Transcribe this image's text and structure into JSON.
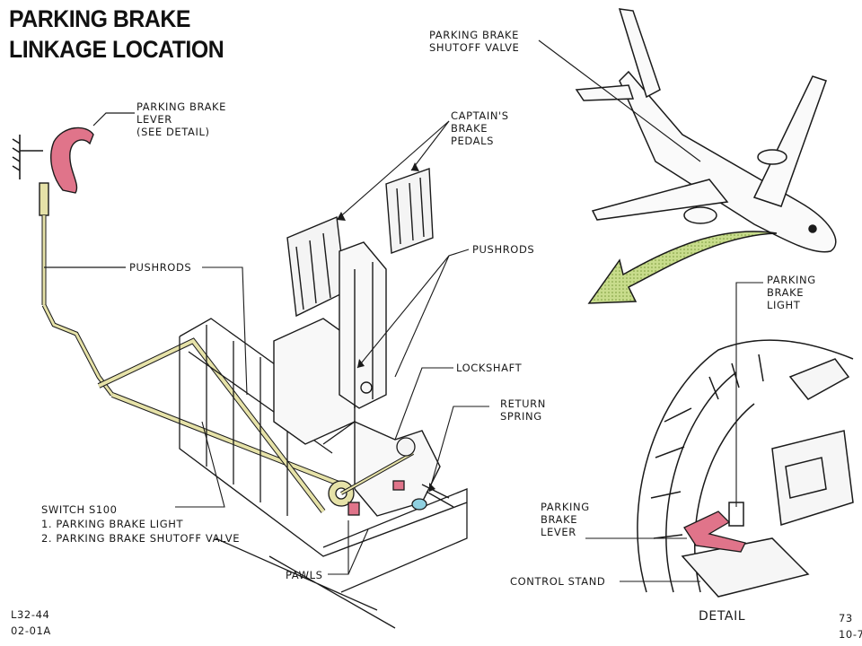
{
  "title": {
    "line1": "PARKING BRAKE",
    "line2": "LINKAGE LOCATION"
  },
  "labels": {
    "lever_top": [
      "PARKING BRAKE",
      "LEVER",
      "(SEE DETAIL)"
    ],
    "pushrods_left": "PUSHRODS",
    "captains_pedals": [
      "CAPTAIN'S",
      "BRAKE",
      "PEDALS"
    ],
    "pushrods_right": "PUSHRODS",
    "lockshaft": "LOCKSHAFT",
    "return_spring": [
      "RETURN",
      "SPRING"
    ],
    "shutoff_valve": [
      "PARKING BRAKE",
      "SHUTOFF VALVE"
    ],
    "brake_light": [
      "PARKING",
      "BRAKE",
      "LIGHT"
    ],
    "switch": [
      "SWITCH S100",
      "1. PARKING BRAKE LIGHT",
      "2. PARKING BRAKE SHUTOFF VALVE"
    ],
    "pawls": "PAWLS",
    "lever_detail": [
      "PARKING",
      "BRAKE",
      "LEVER"
    ],
    "control_stand": "CONTROL STAND",
    "detail": "DETAIL",
    "ref_code": [
      "L32-44",
      "02-01A"
    ],
    "page_ref": [
      "73",
      "10-7"
    ]
  },
  "colors": {
    "lever": "#e0748a",
    "pushrod": "#e6e2a8",
    "arrow": "#b8d07a",
    "ink": "#1a1a1a"
  }
}
